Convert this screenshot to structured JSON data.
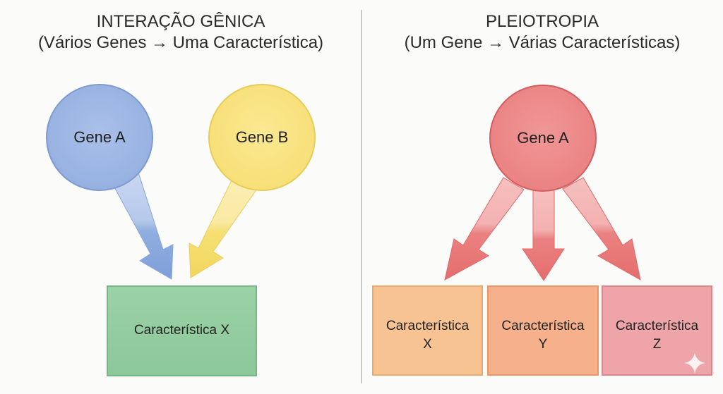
{
  "left_panel": {
    "title": "INTERAÇÃO GÊNICA",
    "subtitle": "(Vários Genes → Uma Característica)",
    "gene_a": {
      "label": "Gene A",
      "color": "#9cb6e2"
    },
    "gene_b": {
      "label": "Gene B",
      "color": "#f9e27f"
    },
    "result": {
      "label": "Característica X",
      "color": "#93cda0"
    }
  },
  "right_panel": {
    "title": "PLEIOTROPIA",
    "subtitle": "(Um Gene → Várias Características)",
    "gene_a": {
      "label": "Gene A",
      "color": "#ec8a8a"
    },
    "traits": [
      {
        "line1": "Característica",
        "line2": "X",
        "color": "#f8c393"
      },
      {
        "line1": "Característica",
        "line2": "Y",
        "color": "#f6b18c"
      },
      {
        "line1": "Característica",
        "line2": "Z",
        "color": "#eea4a8"
      }
    ]
  }
}
